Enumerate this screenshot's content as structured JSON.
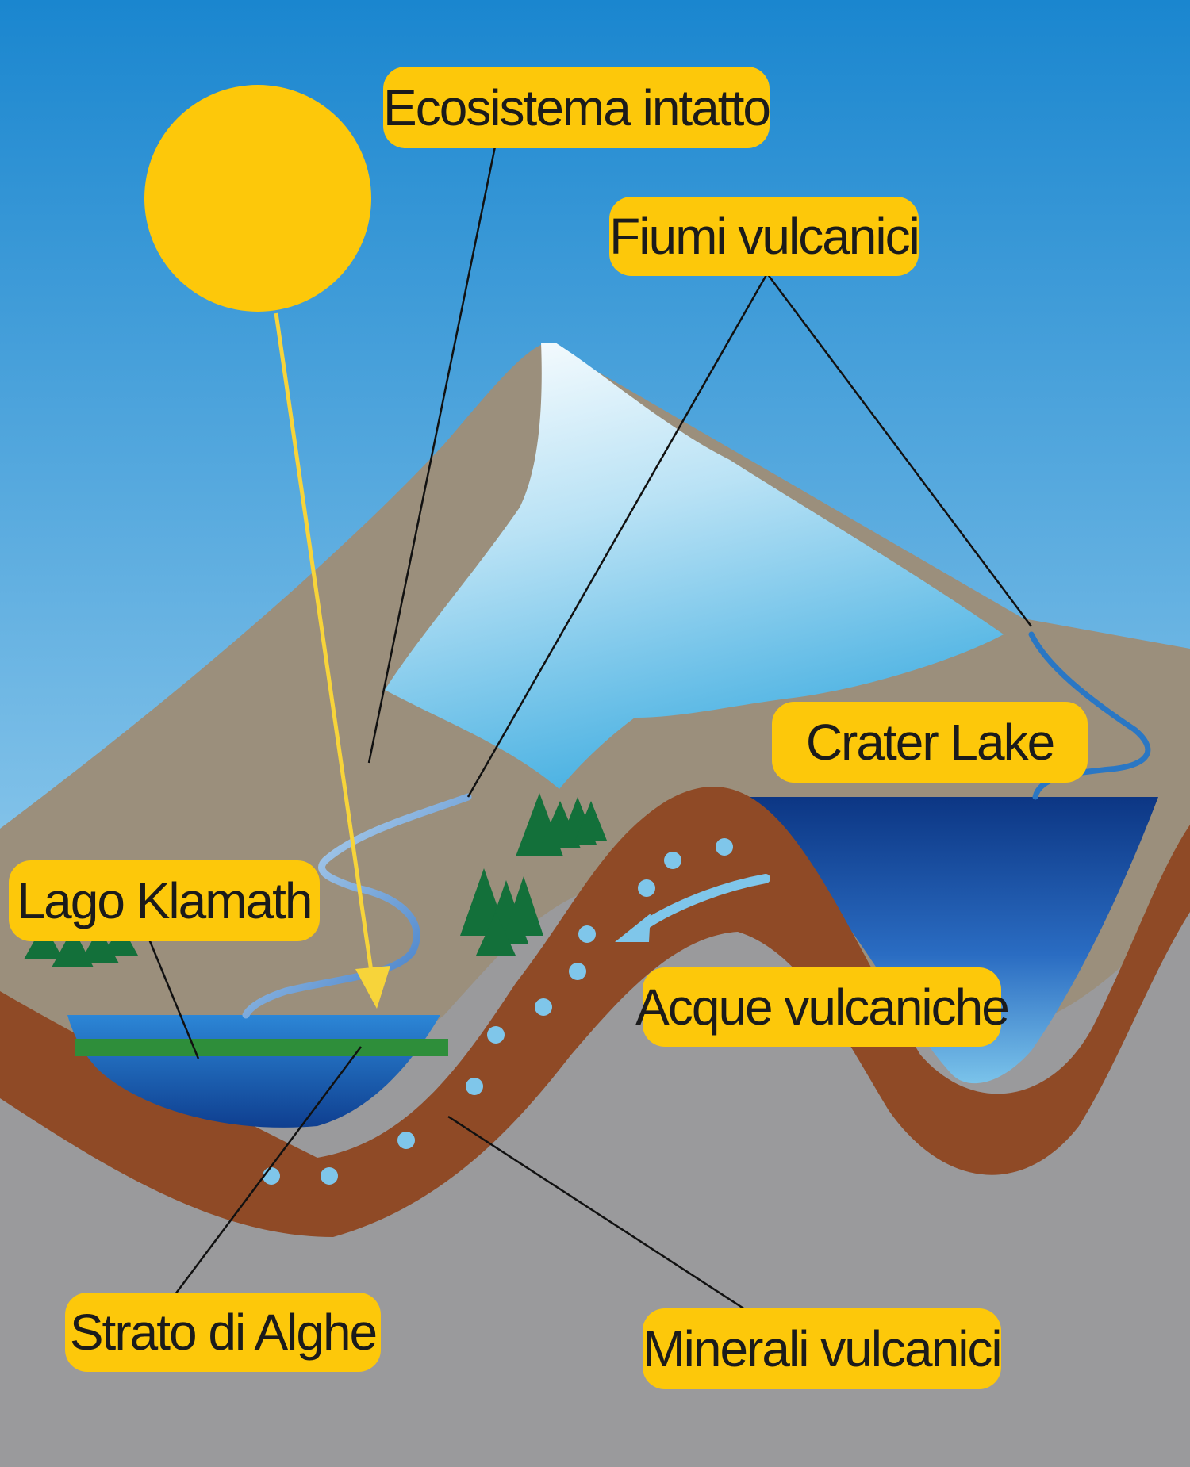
{
  "labels": {
    "ecosystem": "Ecosistema intatto",
    "volcanic_rivers": "Fiumi vulcanici",
    "crater_lake": "Crater Lake",
    "lake_klamath": "Lago Klamath",
    "volcanic_waters": "Acque vulcaniche",
    "algae_layer": "Strato di Alghe",
    "volcanic_minerals": "Minerali vulcanici"
  },
  "colors": {
    "sky_top": "#1a86cf",
    "sky_bottom": "#eef6fb",
    "sun": "#fdc80a",
    "mountain": "#9b8f7c",
    "snow_top": "#ffffff",
    "snow_bottom": "#4db3e3",
    "earth_layer": "#8f4a26",
    "bedrock": "#9a9a9c",
    "lake_light": "#2a7fd0",
    "lake_dark": "#0e3f8f",
    "algae": "#2e8e3a",
    "trees": "#13703a",
    "water_drops": "#7fc6ea",
    "label_bg": "#fdc80a"
  }
}
